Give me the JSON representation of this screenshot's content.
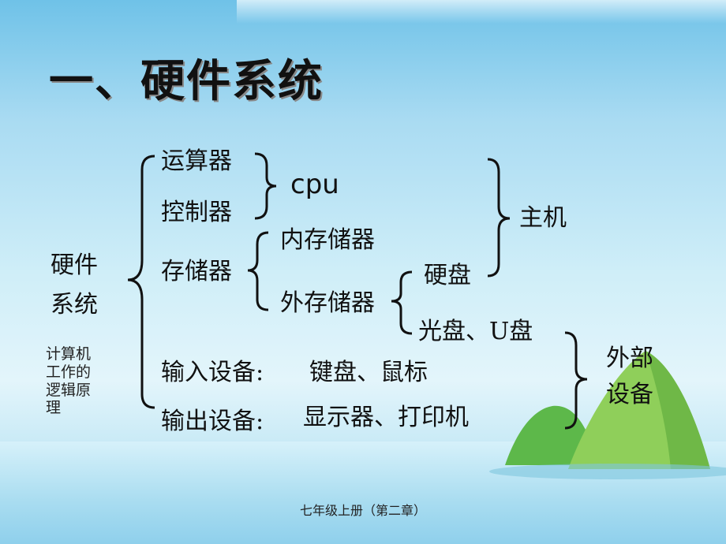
{
  "title": "一、硬件系统",
  "root": "硬件系统",
  "root_line1": "硬件",
  "root_line2": "系统",
  "note": "计算机工作的逻辑原理",
  "note_lines": [
    "计算机",
    "工作的",
    "逻辑原",
    "理"
  ],
  "items": {
    "alu": "运算器",
    "controller": "控制器",
    "cpu": "cpu",
    "memory": "存储器",
    "internal_memory": "内存储器",
    "external_memory": "外存储器",
    "hard_disk": "硬盘",
    "optical_u": "光盘、U盘",
    "host": "主机",
    "input": "输入设备：键盘、鼠标",
    "output": "输出设备：显示器、打印机",
    "peripheral": "外部设备"
  },
  "labels": {
    "input_head": "输入设备:",
    "input_tail": "键盘、鼠标",
    "output_head": "输出设备:",
    "output_tail": "显示器、打印机",
    "peripheral_line1": "外部",
    "peripheral_line2": "设备"
  },
  "footer": "七年级上册（第二章）"
}
